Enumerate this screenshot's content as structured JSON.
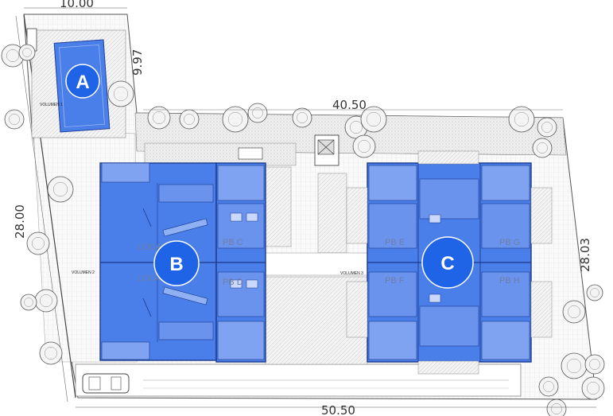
{
  "dimensions": {
    "top": "10.00",
    "right_small": "9.97",
    "middle_top": "40.50",
    "left": "28.00",
    "right": "28.03",
    "bottom": "50.50"
  },
  "badges": {
    "a": "A",
    "b": "B",
    "c": "C"
  },
  "labels": {
    "volumen1": "VOLUMEN 1",
    "volumen2": "VOLUMEN 2",
    "volumen3": "VOLUMEN 3",
    "local_top": "LOCAL",
    "local_bottom": "LOCAL",
    "pb_c": "PB C",
    "pb_d": "PB D",
    "pb_e": "PB E",
    "pb_f": "PB F",
    "pb_g": "PB G",
    "pb_h": "PB H"
  },
  "colors": {
    "unit_fill": "#4a7ee8",
    "unit_light": "#7fa3f0",
    "badge": "#1f63e6",
    "hatch": "#e6e6e6",
    "line": "#333333"
  }
}
